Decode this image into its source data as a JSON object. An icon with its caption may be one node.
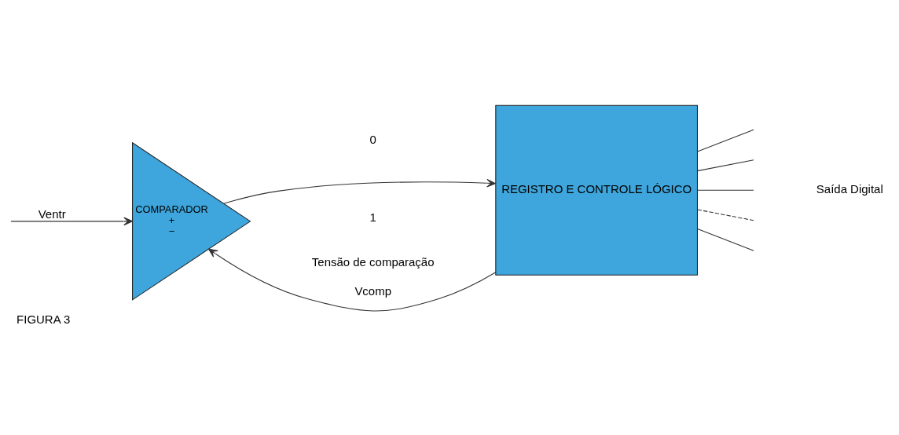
{
  "diagram": {
    "caption": "FIGURA 3",
    "nodes": [
      {
        "text": [
          "COMPARADOR",
          "+",
          "−"
        ]
      },
      {
        "text": [
          "REGISTRO E CONTROLE LÓGICO"
        ]
      }
    ],
    "edges": [
      {
        "from": null,
        "to": 0,
        "arrow": "to",
        "label": "Ventr"
      },
      {
        "from": 0,
        "to": 1,
        "arrow": "to"
      },
      {
        "from": 1,
        "to": 0,
        "arrow": "to",
        "label": "Vcomp"
      },
      {
        "from": 1,
        "to": null,
        "arrow": "none"
      },
      {
        "from": 1,
        "to": null,
        "arrow": "none"
      },
      {
        "from": 1,
        "to": null,
        "arrow": "none"
      },
      {
        "from": 1,
        "to": null,
        "arrow": "none",
        "style": "dashed"
      },
      {
        "from": 1,
        "to": null,
        "arrow": "none"
      }
    ],
    "labels": [
      "1",
      "0",
      "Tensão de comparação",
      "Saída Digital"
    ]
  }
}
